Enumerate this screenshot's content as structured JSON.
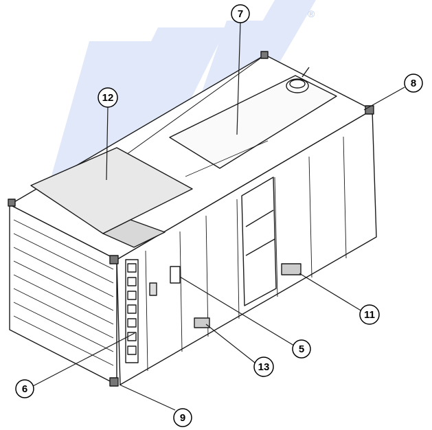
{
  "diagram": {
    "callouts": [
      {
        "id": "callout-7",
        "label": "7"
      },
      {
        "id": "callout-8",
        "label": "8"
      },
      {
        "id": "callout-12",
        "label": "12"
      },
      {
        "id": "callout-11",
        "label": "11"
      },
      {
        "id": "callout-5",
        "label": "5"
      },
      {
        "id": "callout-13",
        "label": "13"
      },
      {
        "id": "callout-6",
        "label": "6"
      },
      {
        "id": "callout-9",
        "label": "9"
      }
    ],
    "registered_mark": "®",
    "colors": {
      "line": "#1a1a1a",
      "watermark": "#dde6fa",
      "panel": "#ffffff",
      "shade": "#f2f2f2"
    }
  }
}
